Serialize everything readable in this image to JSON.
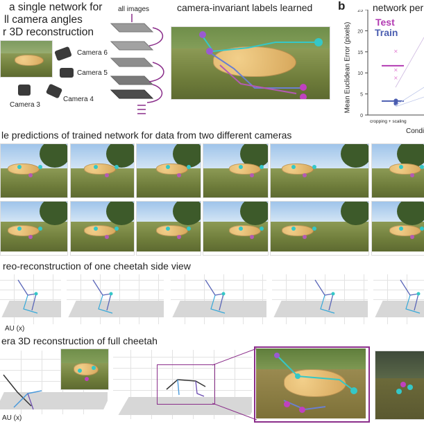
{
  "panel_a": {
    "title_line1": "a single network for",
    "title_line2": "ll camera angles",
    "title_line3": "r 3D reconstruction",
    "cameras": [
      "Camera 6",
      "Camera 5",
      "Camera 4",
      "Camera 3"
    ],
    "stack_label": "all images",
    "learned_label": "camera-invariant labels learned"
  },
  "panel_b": {
    "letter": "b",
    "title_fragment": "network per",
    "legend_test": "Test",
    "legend_train": "Train",
    "ylabel": "Mean Euclidean Error (pixels)",
    "xlabel_fragment": "Condi",
    "tick_label": "cropping + scaling",
    "colors": {
      "test": "#b23bb2",
      "train": "#4a5db0"
    }
  },
  "chart_data": {
    "type": "scatter",
    "ylabel": "Mean Euclidean Error (pixels)",
    "categories": [
      "cropping + scaling"
    ],
    "y_ticks": [
      0,
      5,
      10,
      15,
      20,
      25
    ],
    "ylim": [
      0,
      25
    ],
    "series": [
      {
        "name": "Test",
        "points": [
          15.2,
          10.8,
          8.9
        ],
        "mean": 11.7
      },
      {
        "name": "Train",
        "points": [
          3.5,
          3.0,
          2.9
        ],
        "mean": 3.3
      }
    ],
    "grid": false
  },
  "row_predictions_title": "le predictions of trained network for data from two different cameras",
  "row_stereo_title": "reo-reconstruction of one cheetah side view",
  "row_stereo_axis": "AU (x)",
  "row_multicam_title": "era 3D reconstruction of full cheetah",
  "row_multicam_axis": "AU (x)"
}
